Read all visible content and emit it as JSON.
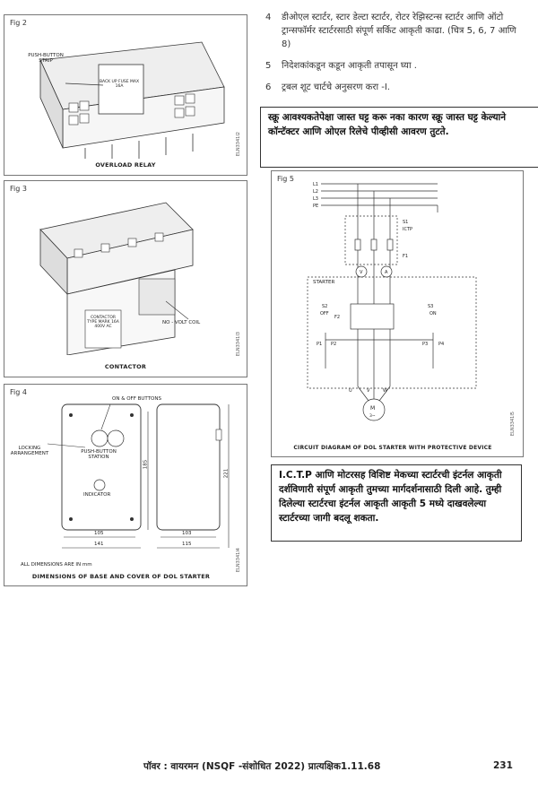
{
  "fig2": {
    "label": "Fig 2",
    "caption": "OVERLOAD RELAY",
    "code": "ELN3341I2",
    "callout": "PUSH-BUTTON STRIP",
    "plate_text": "BACK UP FUSE MAX 16A"
  },
  "fig3": {
    "label": "Fig 3",
    "caption": "CONTACTOR",
    "code": "ELN3341I3",
    "callout": "NO - VOLT COIL",
    "plate_text": "CONTACTOR TYPE MARK 16A 400V AC"
  },
  "fig4": {
    "label": "Fig 4",
    "caption": "DIMENSIONS OF BASE AND COVER OF DOL STARTER",
    "code": "ELN3341I4",
    "callouts": {
      "buttons": "ON & OFF BUTTONS",
      "locking": "LOCKING ARRANGEMENT",
      "station": "PUSH-BUTTON STATION",
      "indicator": "INDICATOR"
    },
    "dims": {
      "h_front": "185",
      "h_side": "221",
      "w_inner": "105",
      "w_outer": "141",
      "d_inner": "103",
      "d_outer": "115"
    },
    "note": "ALL DIMENSIONS ARE IN mm"
  },
  "steps": [
    {
      "num": "4",
      "text": "डीओएल स्टार्टर, स्टार डेल्टा स्टार्टर, रोटर रेझिस्टन्स स्टार्टर आणि ऑटो ट्रान्सफॉर्मर स्टार्टरसाठी संपूर्ण सर्किट आकृती काढा. (चित्र 5, 6, 7 आणि 8)"
    },
    {
      "num": "5",
      "text": "निदेशकांकडून कडून आकृती तपासून घ्या ."
    },
    {
      "num": "6",
      "text": "ट्रबल शूट चार्टचे अनुसरण करा -I."
    }
  ],
  "note1": "स्क्रू आवश्यकतेपेक्षा जास्त घट्ट करू नका कारण स्क्रू जास्त घट्ट केल्याने कॉन्टॅक्टर आणि ओएल रिलेचे पीव्हीसी आवरण तुटते.",
  "fig5": {
    "label": "Fig 5",
    "caption": "CIRCUIT DIAGRAM OF DOL STARTER WITH PROTECTIVE DEVICE",
    "code": "ELN3341I5",
    "lines": {
      "l1": "L1",
      "l2": "L2",
      "l3": "L3",
      "pe": "PE"
    },
    "s1": "S1",
    "ictp": "ICTP",
    "f1": "F1",
    "starter": "STARTER",
    "volt": "V",
    "amp": "A",
    "s2": "S2",
    "off": "OFF",
    "f2": "F2",
    "s3": "S3",
    "on": "ON",
    "p1": "P1",
    "p2": "P2",
    "p3": "P3",
    "p4": "P4",
    "u": "U",
    "v": "V",
    "w": "W",
    "motor": "M",
    "motor_phase": "3~"
  },
  "note2": "I.C.T.P आणि मोटरसह विशिष्ट मेकच्या स्टार्टरची इंटर्नल आकृती दर्शविणारी संपूर्ण आकृती तुमच्या मार्गदर्शनासाठी दिली आहे. तुम्ही दिलेल्या स्टार्टरचा इंटर्नल आकृती आकृती 5 मध्ये दाखवलेल्या स्टार्टरच्या जागी बदलू शकता.",
  "footer": {
    "title": "पॉवर : वायरमन (NSQF -संशोधित 2022) प्रात्यक्षिक1.11.68",
    "page": "231"
  }
}
